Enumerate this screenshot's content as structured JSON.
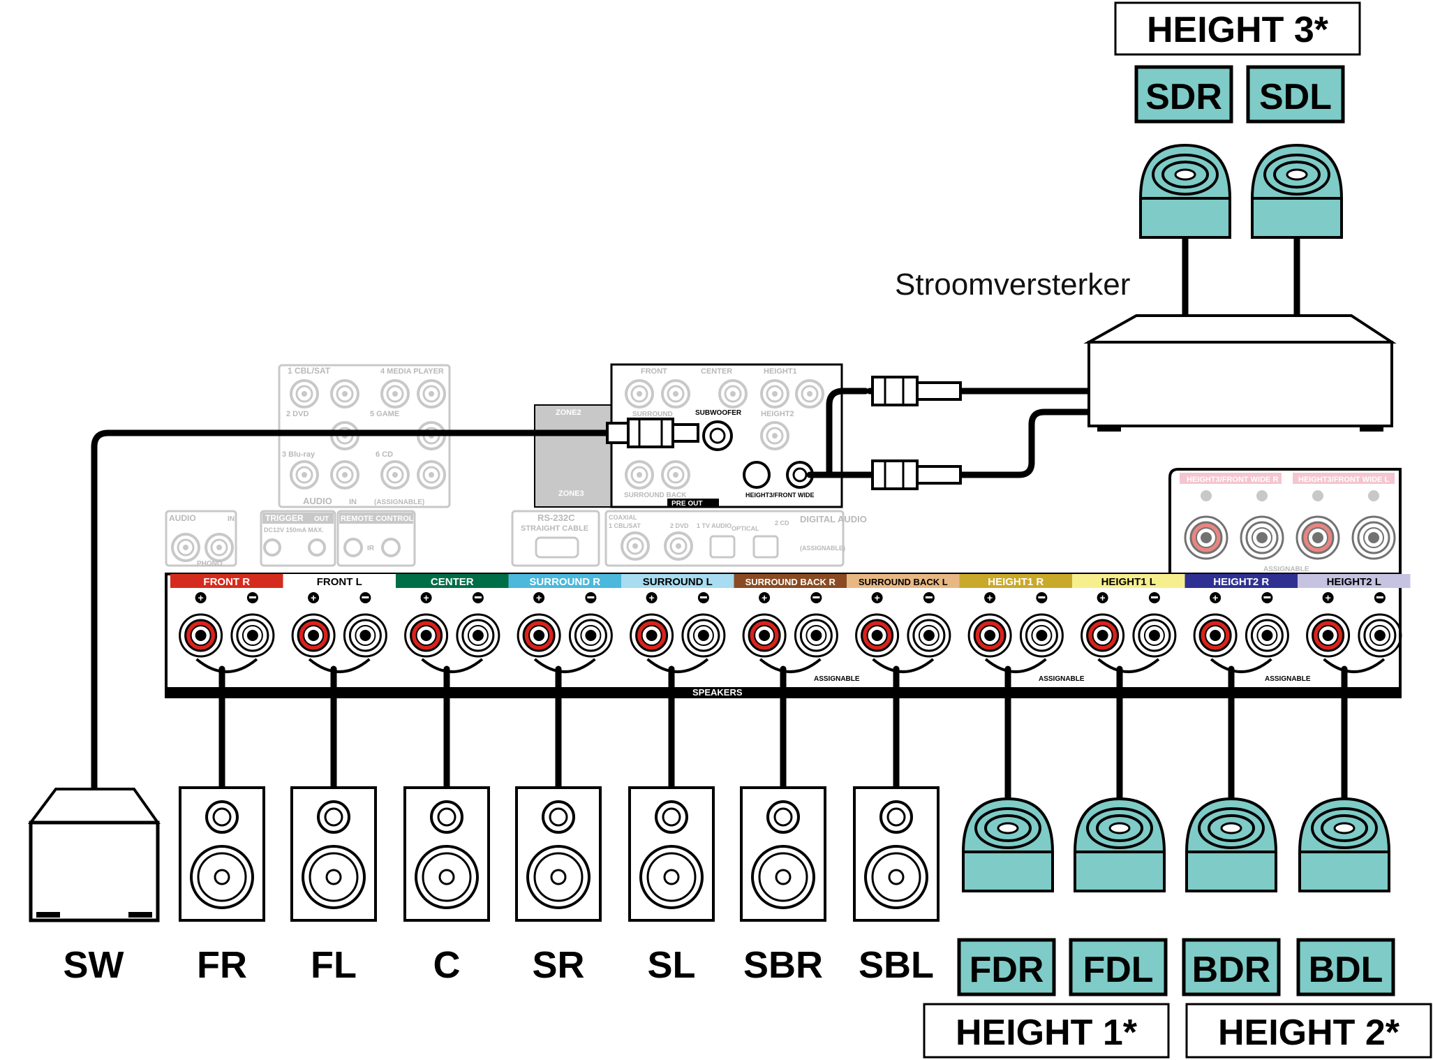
{
  "colors": {
    "teal": "#7ecbc7",
    "red_terminal": "#d8231c",
    "ghost_grey": "#c8c8c8",
    "black": "#000000"
  },
  "amp": {
    "label": "Stroomversterker",
    "group": "HEIGHT 3*",
    "speakers": [
      "SDR",
      "SDL"
    ]
  },
  "floor_speakers": [
    "SW",
    "FR",
    "FL",
    "C",
    "SR",
    "SL",
    "SBR",
    "SBL"
  ],
  "height_speakers": [
    "FDR",
    "FDL",
    "BDR",
    "BDL"
  ],
  "height_groups": [
    "HEIGHT 1*",
    "HEIGHT 2*"
  ],
  "terminal_strip": [
    {
      "label": "FRONT R",
      "color": "#d52b1e",
      "text_color": "#ffffff"
    },
    {
      "label": "FRONT L",
      "color": "#ffffff",
      "text_color": "#000000"
    },
    {
      "label": "CENTER",
      "color": "#006e46",
      "text_color": "#ffffff"
    },
    {
      "label": "SURROUND R",
      "color": "#4bb8dc",
      "text_color": "#ffffff"
    },
    {
      "label": "SURROUND L",
      "color": "#a8dcf0",
      "text_color": "#000000"
    },
    {
      "label": "SURROUND BACK R",
      "color": "#8a4b22",
      "text_color": "#ffffff"
    },
    {
      "label": "SURROUND BACK L",
      "color": "#e8b884",
      "text_color": "#000000"
    },
    {
      "label": "HEIGHT1 R",
      "color": "#c9a92a",
      "text_color": "#ffffff"
    },
    {
      "label": "HEIGHT1 L",
      "color": "#f7ef8e",
      "text_color": "#000000"
    },
    {
      "label": "HEIGHT2 R",
      "color": "#2e3192",
      "text_color": "#ffffff"
    },
    {
      "label": "HEIGHT2 L",
      "color": "#c6c3e2",
      "text_color": "#000000"
    }
  ],
  "panel": {
    "speakers_label": "SPEAKERS",
    "assignable_label": "ASSIGNABLE",
    "height3_front_wide_r": "HEIGHT3/FRONT WIDE R",
    "height3_front_wide_l": "HEIGHT3/FRONT WIDE L",
    "pre_out": "PRE OUT",
    "subwoofer": "SUBWOOFER",
    "height3_front_wide": "HEIGHT3/FRONT WIDE",
    "pre_out_labels": [
      "FRONT",
      "CENTER",
      "HEIGHT1",
      "SURROUND",
      "HEIGHT2",
      "SURROUND BACK",
      "ZONE2",
      "ZONE3"
    ],
    "audio_in_labels": [
      "1 CBL/SAT",
      "4 MEDIA PLAYER",
      "2 DVD",
      "5 GAME",
      "3 Blu-ray",
      "6 CD",
      "AUDIO",
      "IN",
      "(ASSIGNABLE)"
    ],
    "misc_labels": [
      "AUDIO",
      "IN",
      "PHONO",
      "TRIGGER",
      "OUT",
      "DC12V 150mA MAX.",
      "REMOTE CONTROL",
      "IR",
      "RS-232C",
      "STRAIGHT CABLE",
      "COAXIAL",
      "1 CBL/SAT",
      "2 DVD",
      "1 TV AUDIO",
      "OPTICAL",
      "2 CD",
      "DIGITAL AUDIO",
      "(ASSIGNABLE)"
    ]
  }
}
